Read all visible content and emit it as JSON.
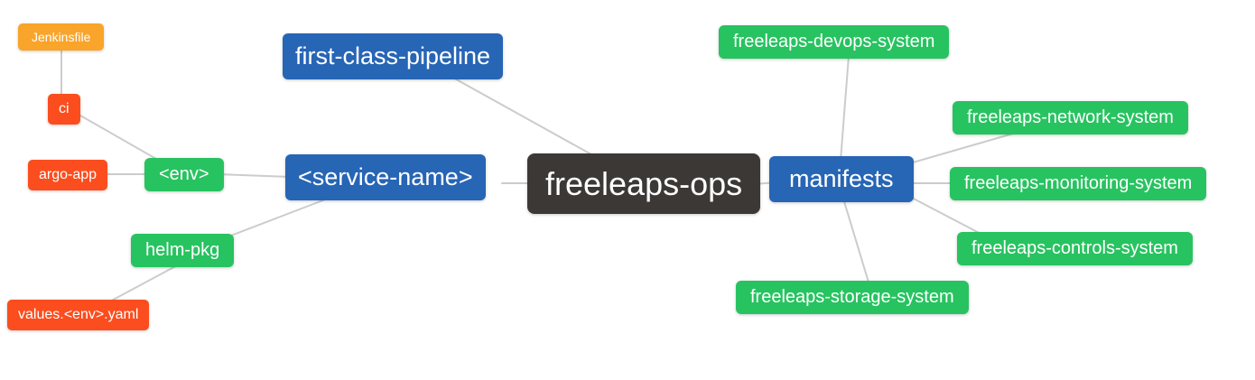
{
  "diagram": {
    "title": "freeleaps-ops mind map",
    "colors": {
      "canvas": "#FFFFFF",
      "edge": "#CCCCCC",
      "text": "#FFFFFF",
      "root": "#3C3836",
      "primary": "#2765B5",
      "secondary": "#27C360",
      "tertiary": "#FB4D1E",
      "quaternary": "#F9A42A"
    },
    "nodes": {
      "root": {
        "label": "freeleaps-ops"
      },
      "first_class_pipeline": {
        "label": "first-class-pipeline"
      },
      "service_name": {
        "label": "<service-name>"
      },
      "manifests": {
        "label": "manifests"
      },
      "env": {
        "label": "<env>"
      },
      "helm_pkg": {
        "label": "helm-pkg"
      },
      "argo_app": {
        "label": "argo-app"
      },
      "ci": {
        "label": "ci"
      },
      "jenkinsfile": {
        "label": "Jenkinsfile"
      },
      "values_env_yaml": {
        "label": "values.<env>.yaml"
      },
      "devops_system": {
        "label": "freeleaps-devops-system"
      },
      "network_system": {
        "label": "freeleaps-network-system"
      },
      "monitoring_system": {
        "label": "freeleaps-monitoring-system"
      },
      "controls_system": {
        "label": "freeleaps-controls-system"
      },
      "storage_system": {
        "label": "freeleaps-storage-system"
      }
    },
    "edges": [
      {
        "from": "jenkinsfile",
        "to": "ci"
      },
      {
        "from": "ci",
        "to": "env"
      },
      {
        "from": "argo_app",
        "to": "env"
      },
      {
        "from": "env",
        "to": "service_name"
      },
      {
        "from": "helm_pkg",
        "to": "service_name"
      },
      {
        "from": "values_env_yaml",
        "to": "helm_pkg"
      },
      {
        "from": "first_class_pipeline",
        "to": "root"
      },
      {
        "from": "service_name",
        "to": "root"
      },
      {
        "from": "root",
        "to": "manifests"
      },
      {
        "from": "manifests",
        "to": "devops_system"
      },
      {
        "from": "manifests",
        "to": "network_system"
      },
      {
        "from": "manifests",
        "to": "monitoring_system"
      },
      {
        "from": "manifests",
        "to": "controls_system"
      },
      {
        "from": "manifests",
        "to": "storage_system"
      }
    ]
  }
}
